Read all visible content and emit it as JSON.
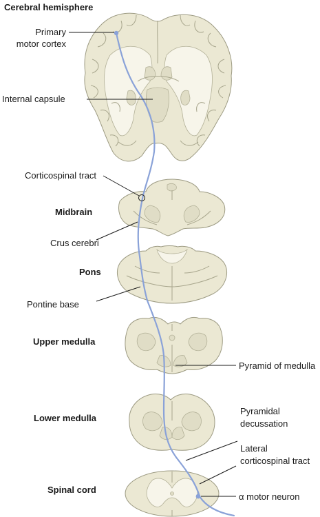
{
  "section_labels": {
    "cerebral_hemisphere": "Cerebral hemisphere",
    "midbrain": "Midbrain",
    "pons": "Pons",
    "upper_medulla": "Upper medulla",
    "lower_medulla": "Lower medulla",
    "spinal_cord": "Spinal cord"
  },
  "structure_labels": {
    "primary_motor_cortex_line1": "Primary",
    "primary_motor_cortex_line2": "motor cortex",
    "internal_capsule": "Internal capsule",
    "corticospinal_tract": "Corticospinal tract",
    "crus_cerebri": "Crus cerebri",
    "pontine_base": "Pontine base",
    "pyramid_of_medulla": "Pyramid of medulla",
    "pyramidal_decussation_line1": "Pyramidal",
    "pyramidal_decussation_line2": "decussation",
    "lateral_corticospinal_tract_line1": "Lateral",
    "lateral_corticospinal_tract_line2": "corticospinal tract",
    "alpha_motor_neuron": "α motor neuron"
  },
  "colors": {
    "tract": "#8aa2d8",
    "tissue": "#ebe8d3",
    "white_matter": "#f7f5ea",
    "outline": "#9c9a82"
  }
}
